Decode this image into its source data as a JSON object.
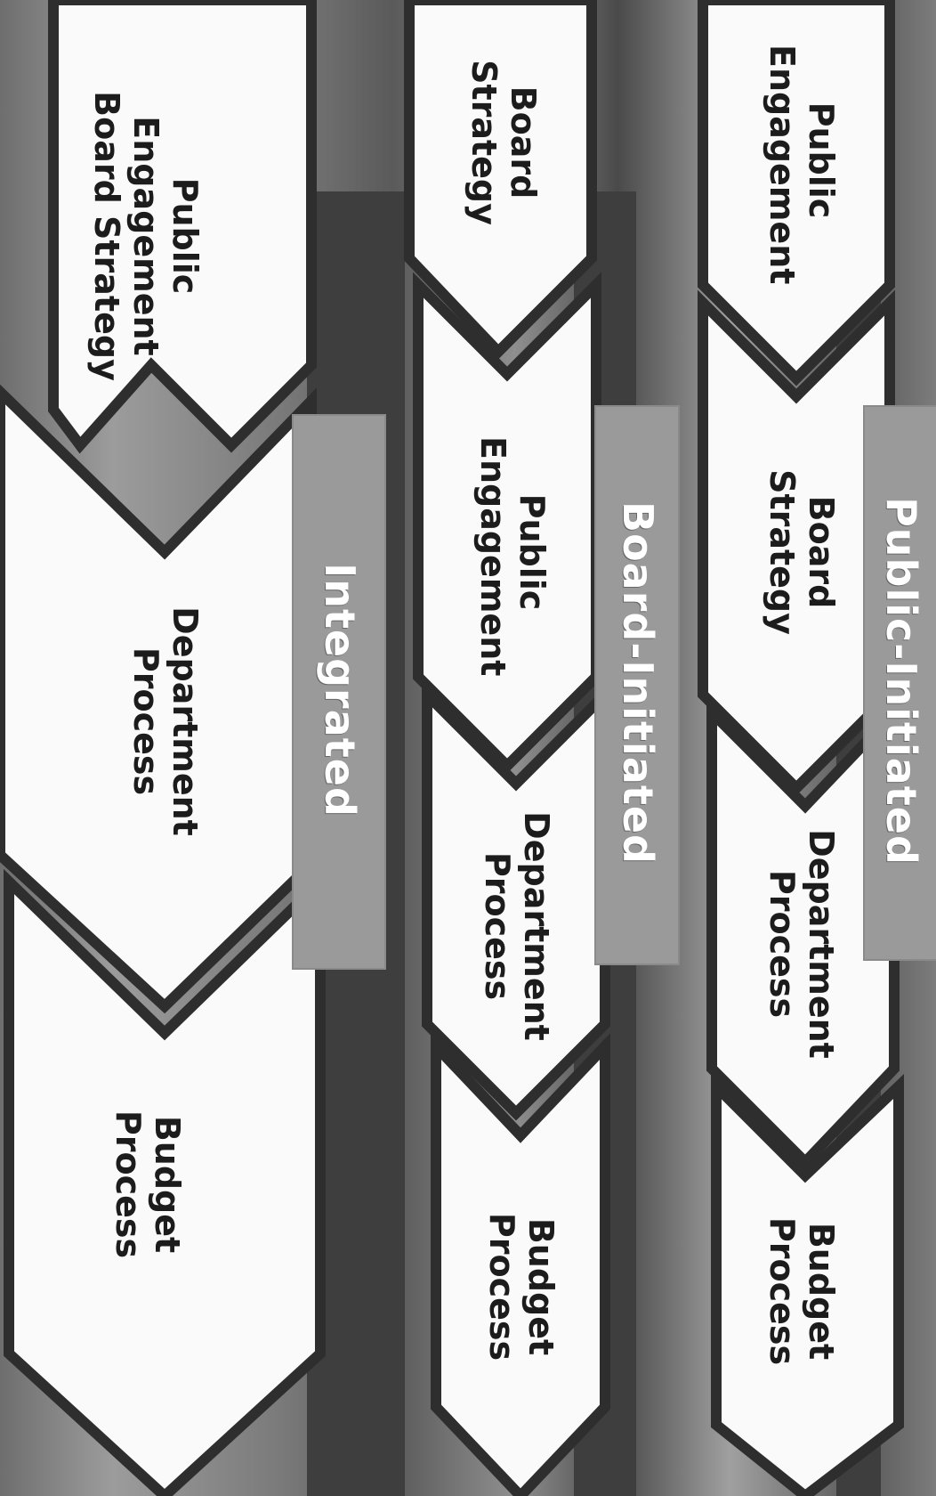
{
  "columns": [
    {
      "label": "Public-Initiated",
      "steps": [
        "Public\nEngagement",
        "Board\nStrategy",
        "Department\nProcess",
        "Budget\nProcess"
      ]
    },
    {
      "label": "Board-Initiated",
      "steps": [
        "Board\nStrategy",
        "Public\nEngagement",
        "Department\nProcess",
        "Budget\nProcess"
      ]
    },
    {
      "label": "Integrated",
      "steps": [
        "Public\nEngagement\nBoard Strategy",
        "Department\nProcess",
        "Budget Process"
      ]
    }
  ],
  "colors": {
    "chevron_fill": "#fafafa",
    "chevron_edge": "#2e2e2e",
    "label_bg": "#9a9a9a",
    "label_text": "#ffffff"
  }
}
